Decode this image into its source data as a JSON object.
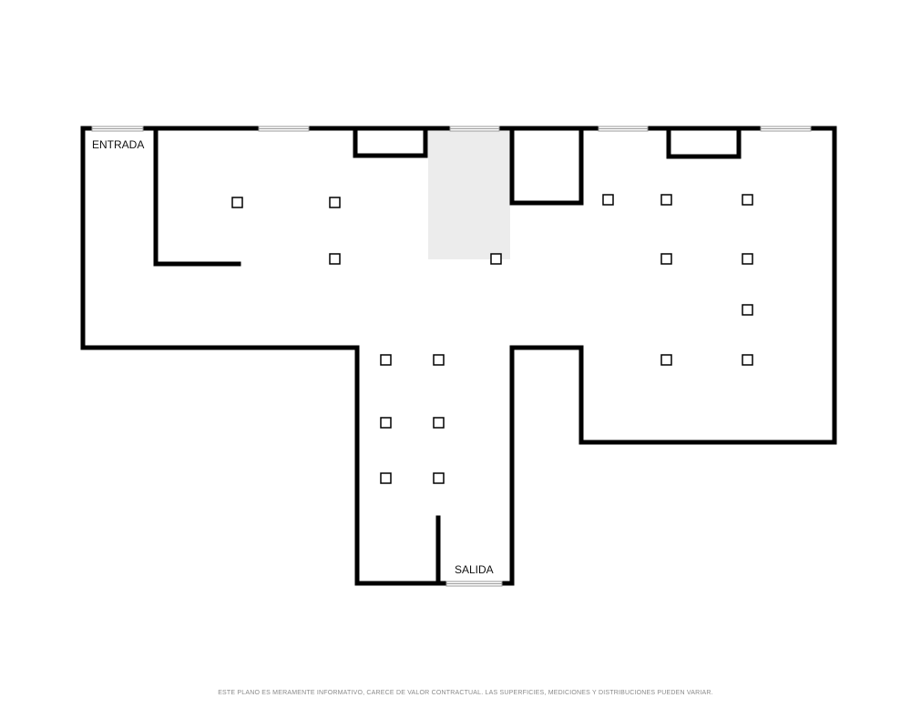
{
  "labels": {
    "entrance": "ENTRADA",
    "exit": "SALIDA"
  },
  "disclaimer": "ESTE PLANO ES MERAMENTE INFORMATIVO, CARECE DE VALOR CONTRACTUAL. LAS SUPERFICIES, MEDICIONES Y DISTRIBUCIONES PUEDEN VARIAR.",
  "colors": {
    "wall": "#000000",
    "background": "#ffffff",
    "shaded_area": "#ececec",
    "disclaimer_text": "#8a8a8a"
  },
  "icons": {
    "column": "square-outline",
    "window": "double-line-window"
  }
}
